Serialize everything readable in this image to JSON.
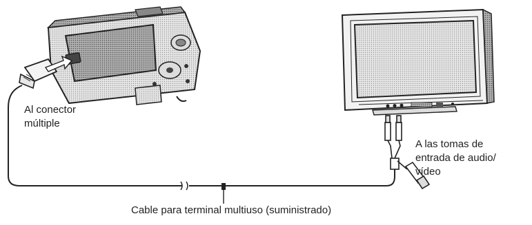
{
  "labels": {
    "connector_line1": "Al conector",
    "connector_line2": "múltiple",
    "av_line1": "A las tomas de",
    "av_line2": "entrada de audio/",
    "av_line3": "vídeo",
    "cable": "Cable para terminal multiuso (suministrado)"
  },
  "colors": {
    "line": "#222222",
    "device_fill": "#bdbdbd",
    "device_dark": "#555555",
    "screen_fill": "#cfcfcf",
    "background": "#ffffff"
  }
}
